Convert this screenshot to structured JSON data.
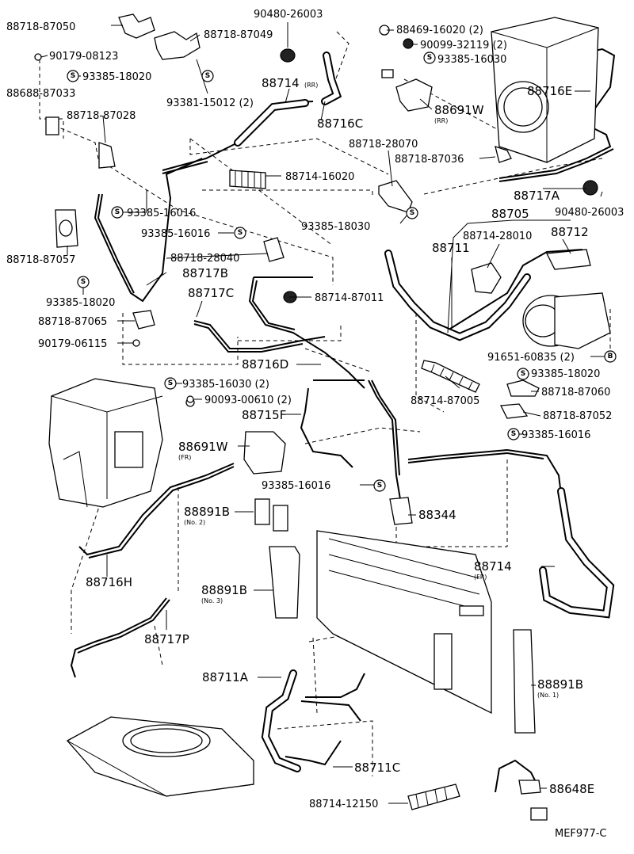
{
  "callouts": {
    "c01": "88718-87050",
    "c02": "88718-87049",
    "c03": "90480-26003",
    "c04": "88469-16020 (2)",
    "c05": "90099-32119 (2)",
    "c06": "93385-16030",
    "c07": "90179-08123",
    "c08": "93385-18020",
    "c09": "88688-87033",
    "c10": "88718-87028",
    "c11": "93381-15012 (2)",
    "c12": "88714",
    "c13": "88716C",
    "c14": "88691W",
    "c15": "88716E",
    "c16": "88718-28070",
    "c17": "88718-87036",
    "c18": "88714-16020",
    "c19": "88717A",
    "c20": "90480-26003",
    "c21": "93385-16016",
    "c22": "88705",
    "c23": "93385-18030",
    "c24": "88718-87057",
    "c25": "93385-16016",
    "c26": "88714-28010",
    "c27": "88712",
    "c28": "88711",
    "c29": "88718-28040",
    "c30": "88717B",
    "c31": "93385-18020",
    "c32": "88717C",
    "c33": "88714-87011",
    "c34": "88718-87065",
    "c35": "90179-06115",
    "c36": "91651-60835 (2)",
    "c37": "88716D",
    "c38": "93385-18020",
    "c39": "93385-16030 (2)",
    "c40": "88718-87060",
    "c41": "88714-87005",
    "c42": "90093-00610 (2)",
    "c43": "88715F",
    "c44": "88718-87052",
    "c45": "88691W",
    "c46": "93385-16016",
    "c47": "93385-16016",
    "c48": "88344",
    "c49": "88891B",
    "c50": "88714",
    "c51": "88716H",
    "c52": "88891B",
    "c53": "88717P",
    "c54": "88711A",
    "c55": "88891B",
    "c56": "88711C",
    "c57": "88648E",
    "c58": "88714-12150",
    "code": "MEF977-C"
  },
  "subs": {
    "rr1": "(RR)",
    "rr2": "(RR)",
    "fr1": "(FR)",
    "fr2": "(FR)",
    "no1": "(No. 1)",
    "no2": "(No. 2)",
    "no3": "(No. 3)"
  },
  "markers": {
    "s": "S",
    "b": "B"
  },
  "colors": {
    "ink": "#000000",
    "paper": "#ffffff"
  }
}
